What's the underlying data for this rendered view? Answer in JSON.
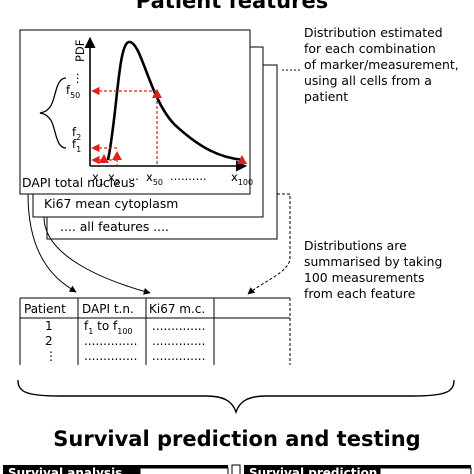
{
  "title_top": "Patient features",
  "title_bottom": "Survival prediction and testing",
  "note_distribution": [
    "Distribution estimated",
    "for each combination",
    "of marker/measurement,",
    "using all cells from a",
    "patient"
  ],
  "note_summary": [
    "Distributions are",
    "summarised by taking",
    "100 measurements",
    "from each feature"
  ],
  "card_labels": {
    "front": "DAPI total nucleus",
    "middle": "Ki67 mean cytoplasm",
    "back": ".... all features ...."
  },
  "plot": {
    "y_axis_label": "PDF",
    "f_labels": [
      {
        "base": "f",
        "sub": "1"
      },
      {
        "base": "f",
        "sub": "2"
      },
      {
        "base": "f",
        "sub": "50"
      }
    ],
    "y_dots": "⋮",
    "x_labels": [
      {
        "base": "x",
        "sub": "1"
      },
      {
        "base": "x",
        "sub": "2"
      },
      {
        "base": "x",
        "sub": "50"
      },
      {
        "base": "x",
        "sub": "100"
      }
    ],
    "x_dots_short": "...",
    "x_dots_long": "..........",
    "marker_color": "#e0201c"
  },
  "table": {
    "headers": [
      "Patient",
      "DAPI t.n.",
      "Ki67 m.c."
    ],
    "rows": [
      {
        "patient": "1",
        "dapi_base": "f",
        "dapi_sub1": "1",
        "dapi_mid": " to f",
        "dapi_sub2": "100",
        "ki67": ".............."
      },
      {
        "patient": "2",
        "dapi": "..............",
        "ki67": ".............."
      },
      {
        "patient": "⋮",
        "dapi": "..............",
        "ki67": ".............."
      }
    ]
  },
  "bottom_bars": {
    "left": "Survival analysis",
    "right": "Survival prediction"
  }
}
